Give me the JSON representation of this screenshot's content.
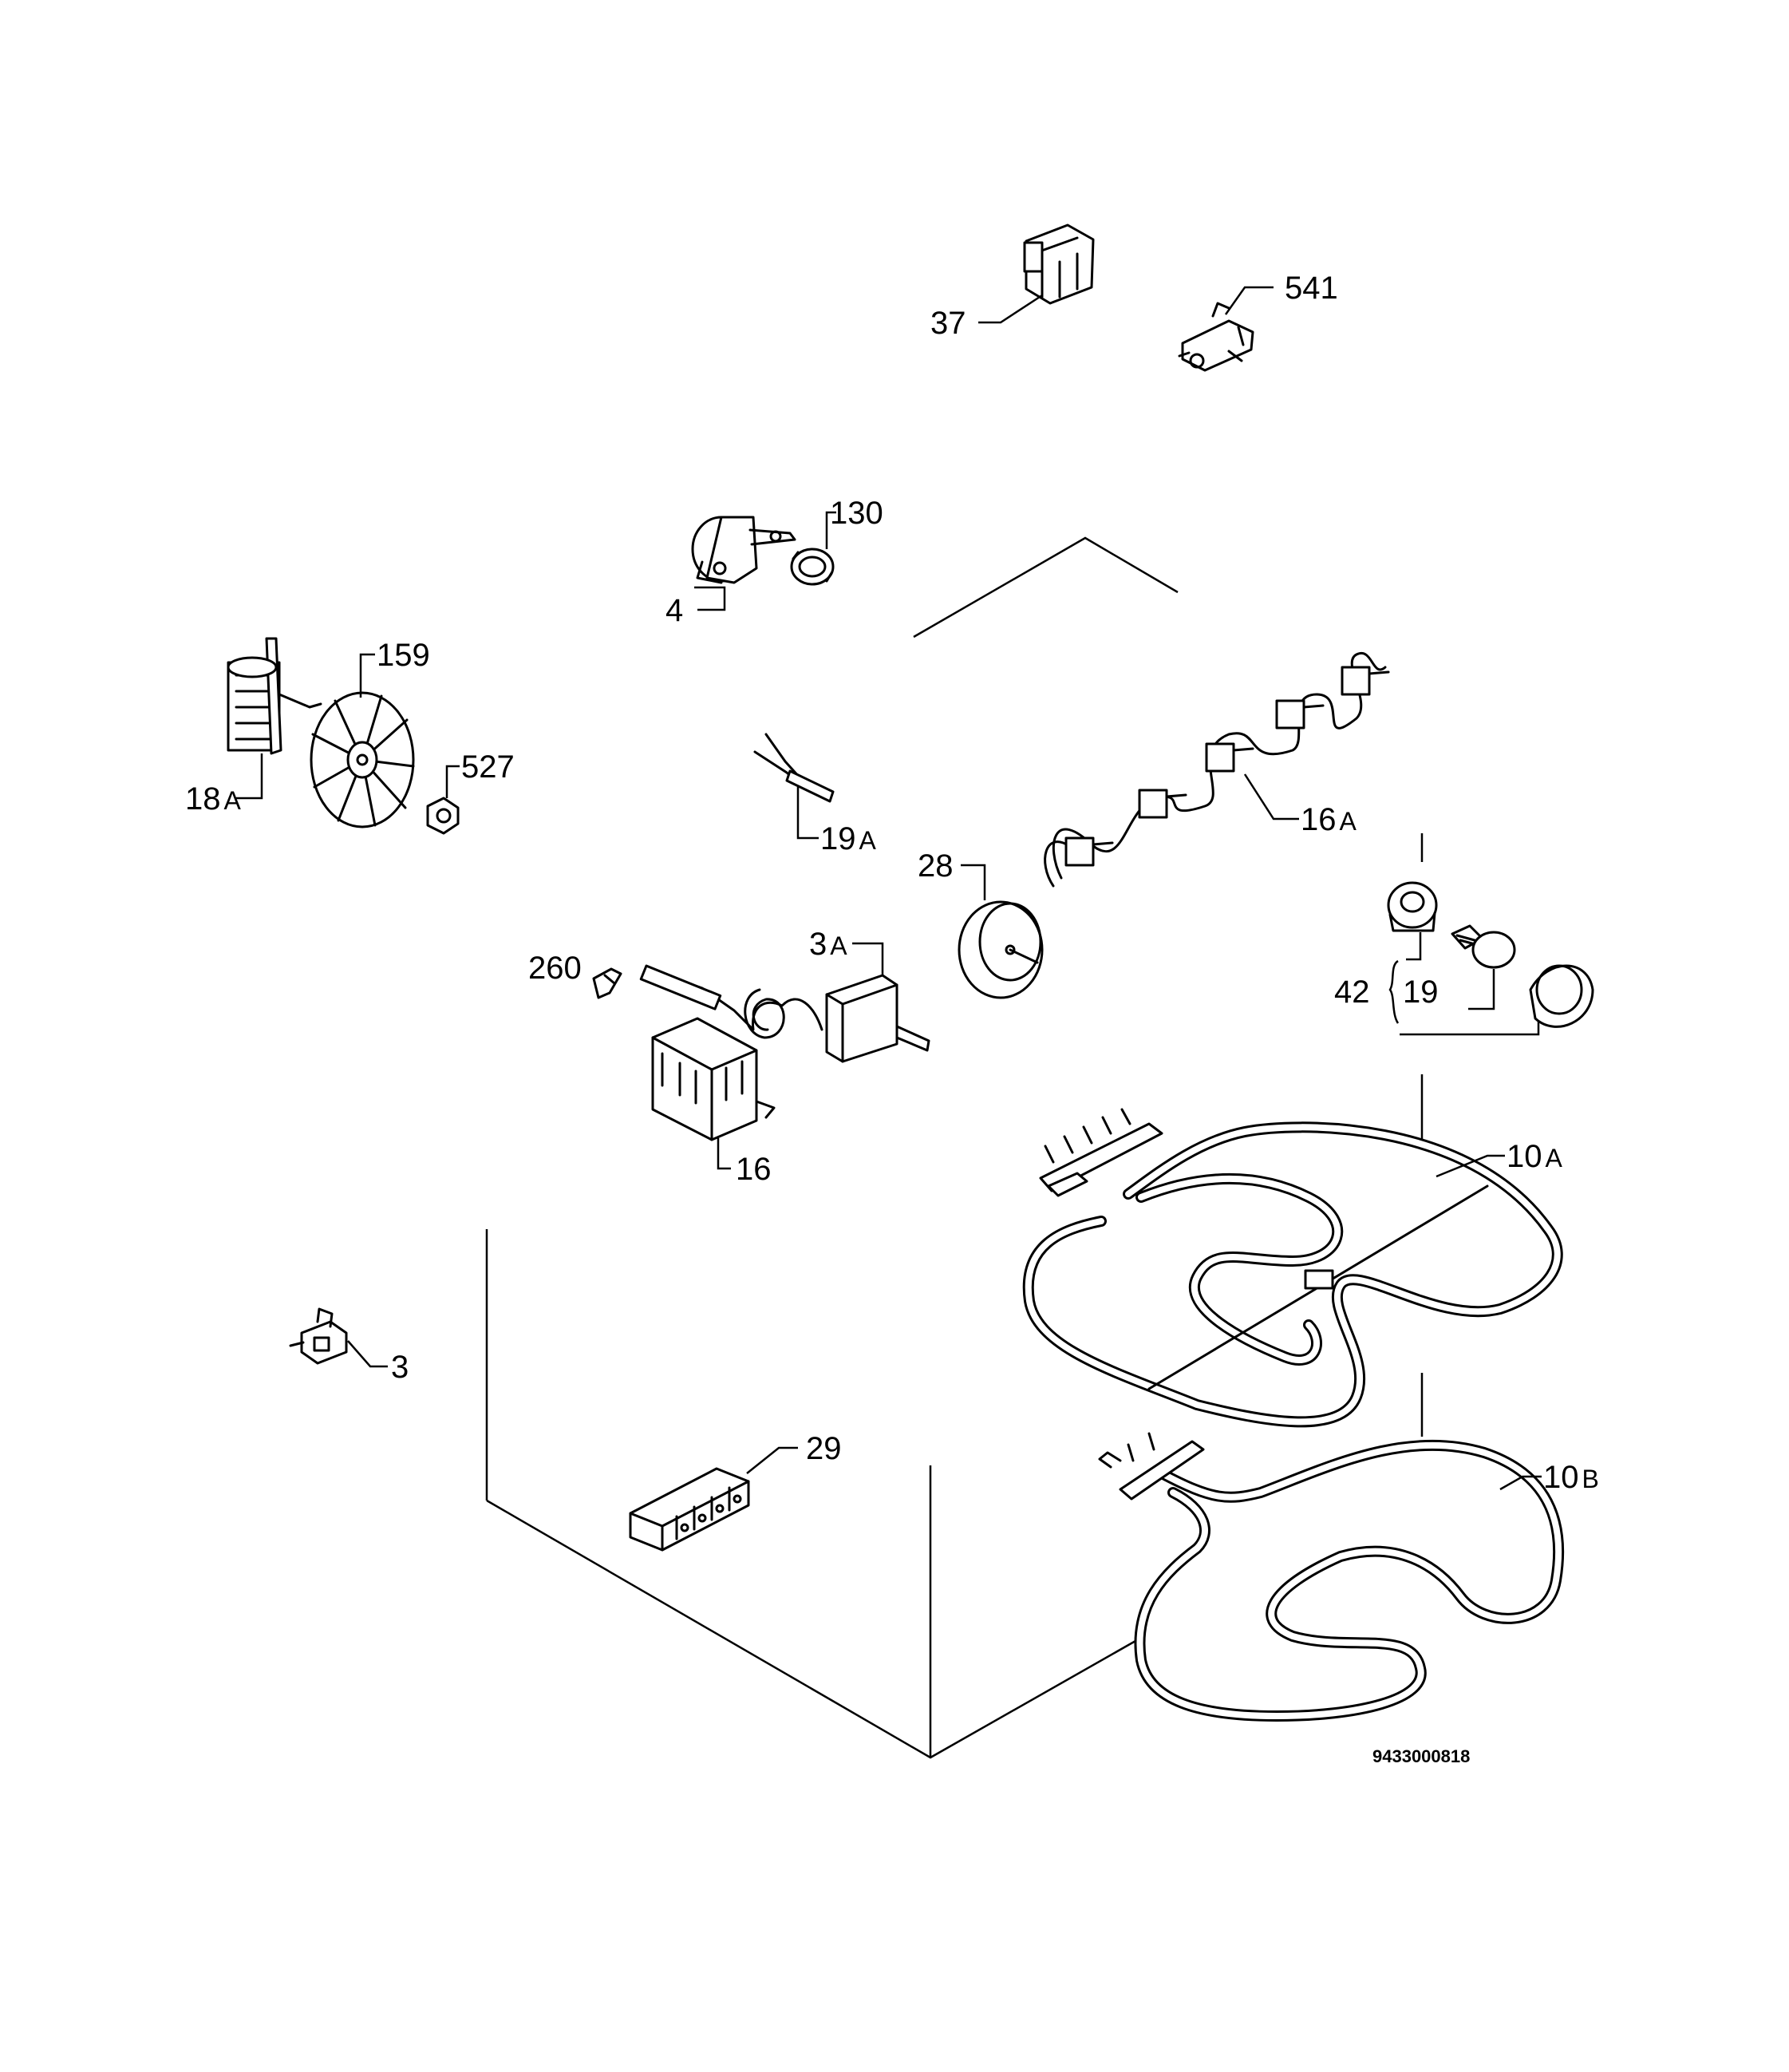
{
  "document_id": "9433000818",
  "callouts": {
    "c37": "37",
    "c541": "541",
    "c130": "130",
    "c4": "4",
    "c159": "159",
    "c527": "527",
    "c18a": {
      "num": "18",
      "suffix": "A"
    },
    "c19a": {
      "num": "19",
      "suffix": "A"
    },
    "c16a": {
      "num": "16",
      "suffix": "A"
    },
    "c28": "28",
    "c3a": {
      "num": "3",
      "suffix": "A"
    },
    "c260": "260",
    "c42": "42",
    "c19": "19",
    "c16": "16",
    "c10a": {
      "num": "10",
      "suffix": "A"
    },
    "c3": "3",
    "c29": "29",
    "c10b": {
      "num": "10",
      "suffix": "B"
    }
  },
  "parts": [
    {
      "name": "bracket-clip",
      "icon": "bracket-clip-icon"
    },
    {
      "name": "terminal-connector",
      "icon": "terminal-connector-icon"
    },
    {
      "name": "motor-housing",
      "icon": "motor-icon"
    },
    {
      "name": "grommet",
      "icon": "grommet-icon"
    },
    {
      "name": "fan-motor",
      "icon": "fan-motor-icon"
    },
    {
      "name": "fan-blade",
      "icon": "fan-blade-icon"
    },
    {
      "name": "nut",
      "icon": "nut-icon"
    },
    {
      "name": "sensor-probe",
      "icon": "sensor-probe-icon"
    },
    {
      "name": "indicator-light-harness",
      "icon": "light-harness-icon"
    },
    {
      "name": "timer-knob",
      "icon": "timer-icon"
    },
    {
      "name": "thermostat",
      "icon": "thermostat-icon"
    },
    {
      "name": "clip",
      "icon": "clip-icon"
    },
    {
      "name": "lamp-assembly",
      "icon": "lamp-icon"
    },
    {
      "name": "selector-switch",
      "icon": "switch-icon"
    },
    {
      "name": "upper-heating-element",
      "icon": "heating-element-icon"
    },
    {
      "name": "thermal-cutout",
      "icon": "thermal-cutout-icon"
    },
    {
      "name": "terminal-block",
      "icon": "terminal-block-icon"
    },
    {
      "name": "lower-heating-element",
      "icon": "heating-element-icon"
    }
  ]
}
